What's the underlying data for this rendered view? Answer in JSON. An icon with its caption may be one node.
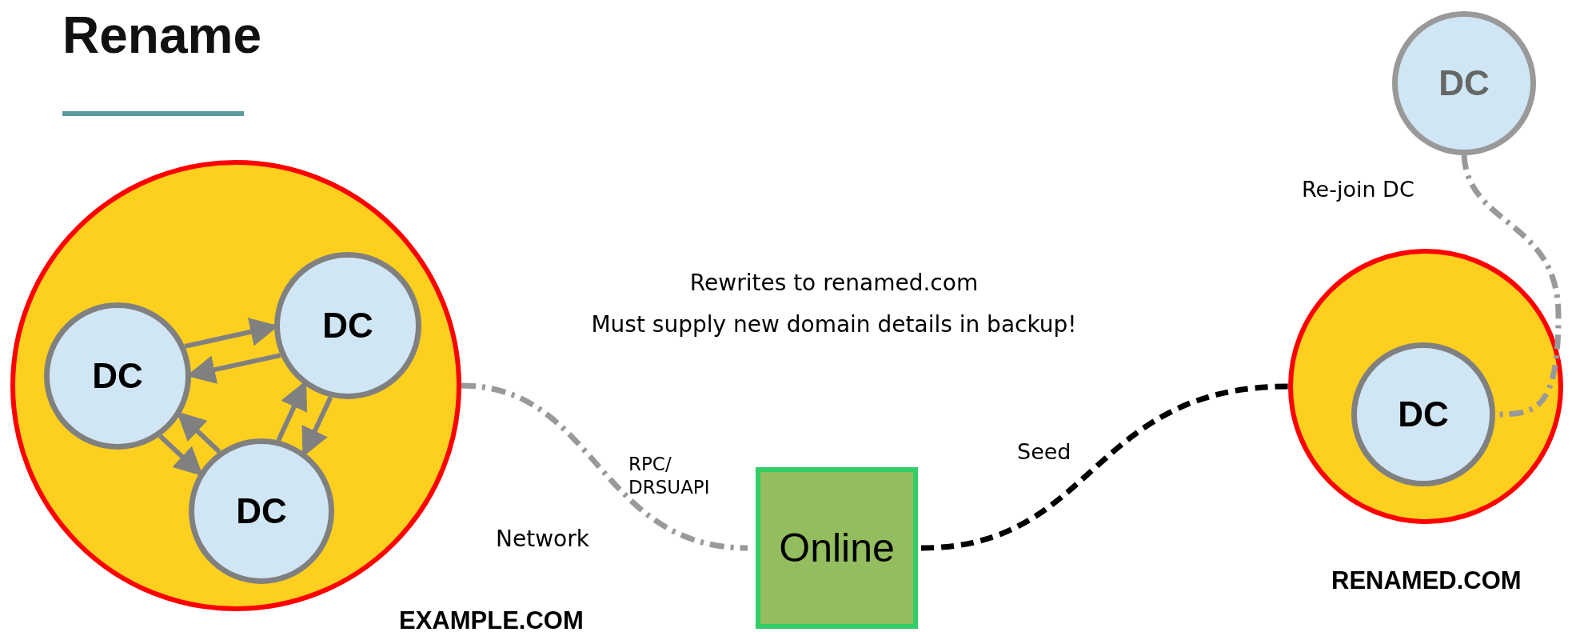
{
  "diagram": {
    "title": "Rename",
    "nodes": [
      {
        "text": [],
        "shape": "circle",
        "beside": [
          "EXAMPLE.COM"
        ]
      },
      {
        "text": [
          "DC"
        ],
        "in": 0
      },
      {
        "text": [
          "DC"
        ],
        "in": 0
      },
      {
        "text": [
          "DC"
        ],
        "in": 0
      },
      {
        "text": [
          "Online"
        ]
      },
      {
        "text": [],
        "shape": "circle",
        "beside": [
          "RENAMED.COM"
        ]
      },
      {
        "text": [
          "DC"
        ],
        "in": 5
      },
      {
        "text": [
          "DC"
        ]
      }
    ],
    "edges": [
      {
        "from": 1,
        "to": 2,
        "arrow": "to"
      },
      {
        "from": 2,
        "to": 1,
        "arrow": "to"
      },
      {
        "from": 1,
        "to": 3,
        "arrow": "to"
      },
      {
        "from": 3,
        "to": 1,
        "arrow": "to"
      },
      {
        "from": 3,
        "to": 2,
        "arrow": "to"
      },
      {
        "from": 2,
        "to": 3,
        "arrow": "to"
      },
      {
        "from": 0,
        "to": 4,
        "arrow": "none",
        "label": "RPC/ DRSUAPI",
        "style": "dashed",
        "color": "#999999"
      },
      {
        "from": 4,
        "to": 5,
        "arrow": "none",
        "label": "Seed",
        "style": "dashed",
        "color": "#000000"
      },
      {
        "from": 7,
        "to": 6,
        "arrow": "none",
        "label": "Re-join DC",
        "style": "dashed",
        "color": "#999999"
      }
    ],
    "labels": [
      "Rewrites to renamed.com",
      "Must supply new domain details in backup!",
      "Network"
    ]
  }
}
